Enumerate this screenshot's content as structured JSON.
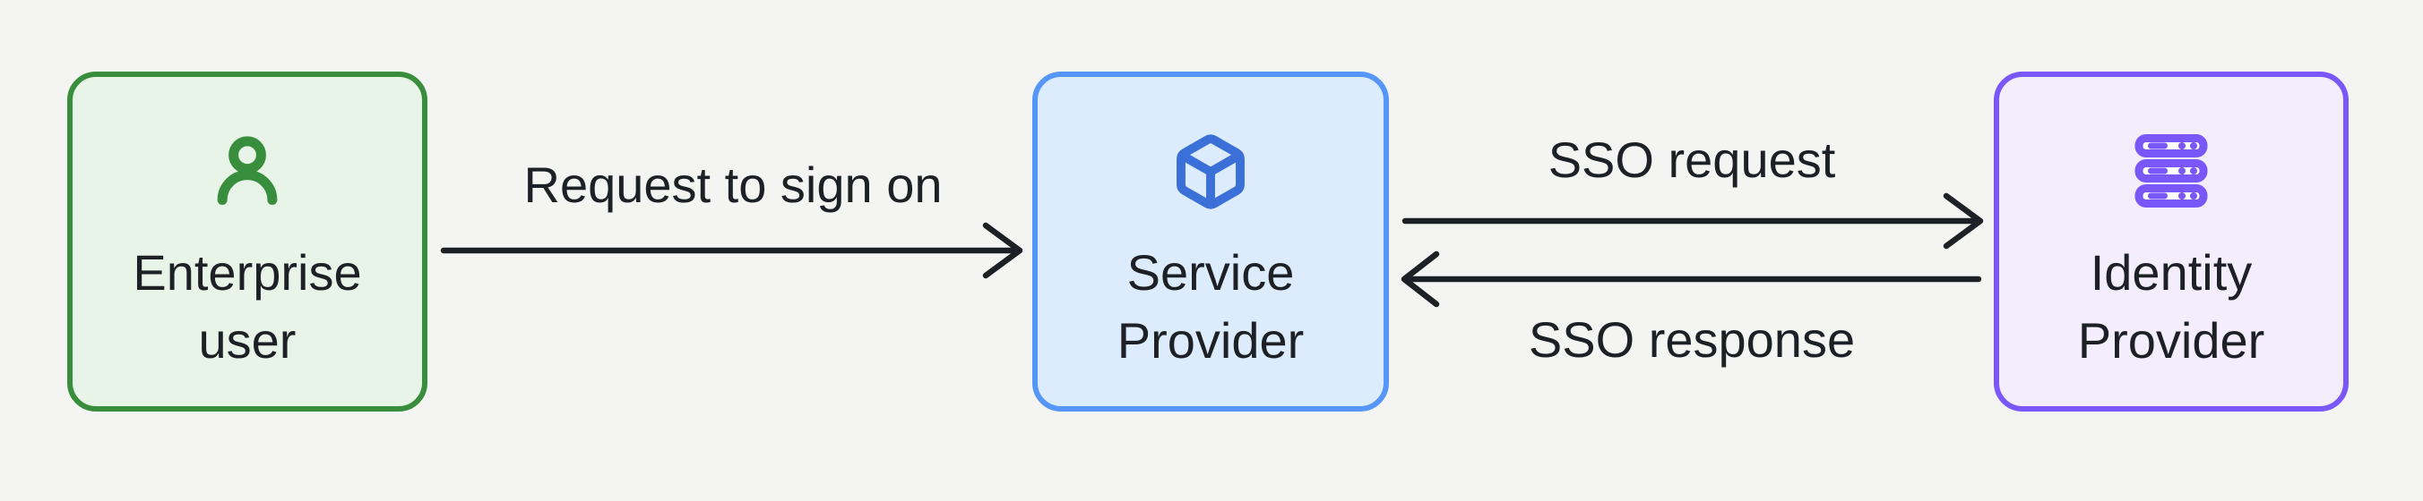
{
  "diagram": {
    "background_color": "#f4f5f2",
    "text_color": "#1d2126",
    "arrow_color": "#1d2126",
    "nodes": [
      {
        "id": "enterprise-user",
        "lines": [
          "Enterprise",
          "user"
        ],
        "icon": "user-icon",
        "fill_color": "#e7f4e7",
        "border_color": "#388e3c",
        "icon_color": "#388e3c"
      },
      {
        "id": "service-provider",
        "lines": [
          "Service",
          "Provider"
        ],
        "icon": "box-icon",
        "fill_color": "#ddecfc",
        "border_color": "#5596f8",
        "icon_color": "#3b70d8"
      },
      {
        "id": "identity-provider",
        "lines": [
          "Identity",
          "Provider"
        ],
        "icon": "server-stack-icon",
        "fill_color": "#f3edfc",
        "border_color": "#7a57f8",
        "icon_color": "#7a57f8"
      }
    ],
    "edges": [
      {
        "id": "request-to-sign-on",
        "label": "Request to sign on",
        "from": "enterprise-user",
        "to": "service-provider",
        "direction": "right"
      },
      {
        "id": "sso-request",
        "label": "SSO request",
        "from": "service-provider",
        "to": "identity-provider",
        "direction": "right"
      },
      {
        "id": "sso-response",
        "label": "SSO response",
        "from": "identity-provider",
        "to": "service-provider",
        "direction": "left"
      }
    ]
  }
}
